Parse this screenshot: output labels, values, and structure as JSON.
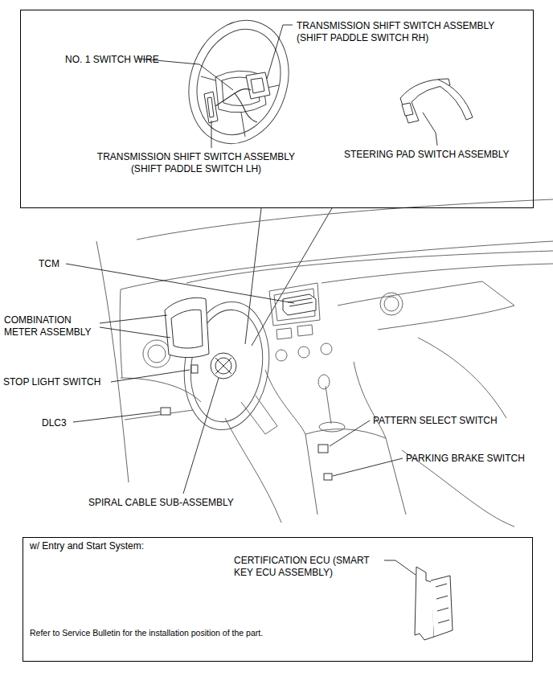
{
  "diagram": {
    "nodes": [
      {
        "text": [
          "TRANSMISSION SHIFT SWITCH ASSEMBLY (SHIFT PADDLE SWITCH RH)",
          "NO. 1 SWITCH WIRE",
          "STEERING PAD SWITCH ASSEMBLY",
          "TRANSMISSION SHIFT SWITCH ASSEMBLY (SHIFT PADDLE SWITCH LH)"
        ]
      },
      {
        "text": [
          "w/ Entry and Start System:",
          "CERTIFICATION ECU (SMART KEY ECU ASSEMBLY)",
          "Refer to Service Bulletin for the installation position of the part."
        ]
      }
    ],
    "labels": [
      "TCM",
      "COMBINATION METER ASSEMBLY",
      "STOP LIGHT SWITCH",
      "PATTERN SELECT SWITCH",
      "DLC3",
      "PARKING BRAKE SWITCH",
      "SPIRAL CABLE SUB-ASSEMBLY"
    ]
  }
}
